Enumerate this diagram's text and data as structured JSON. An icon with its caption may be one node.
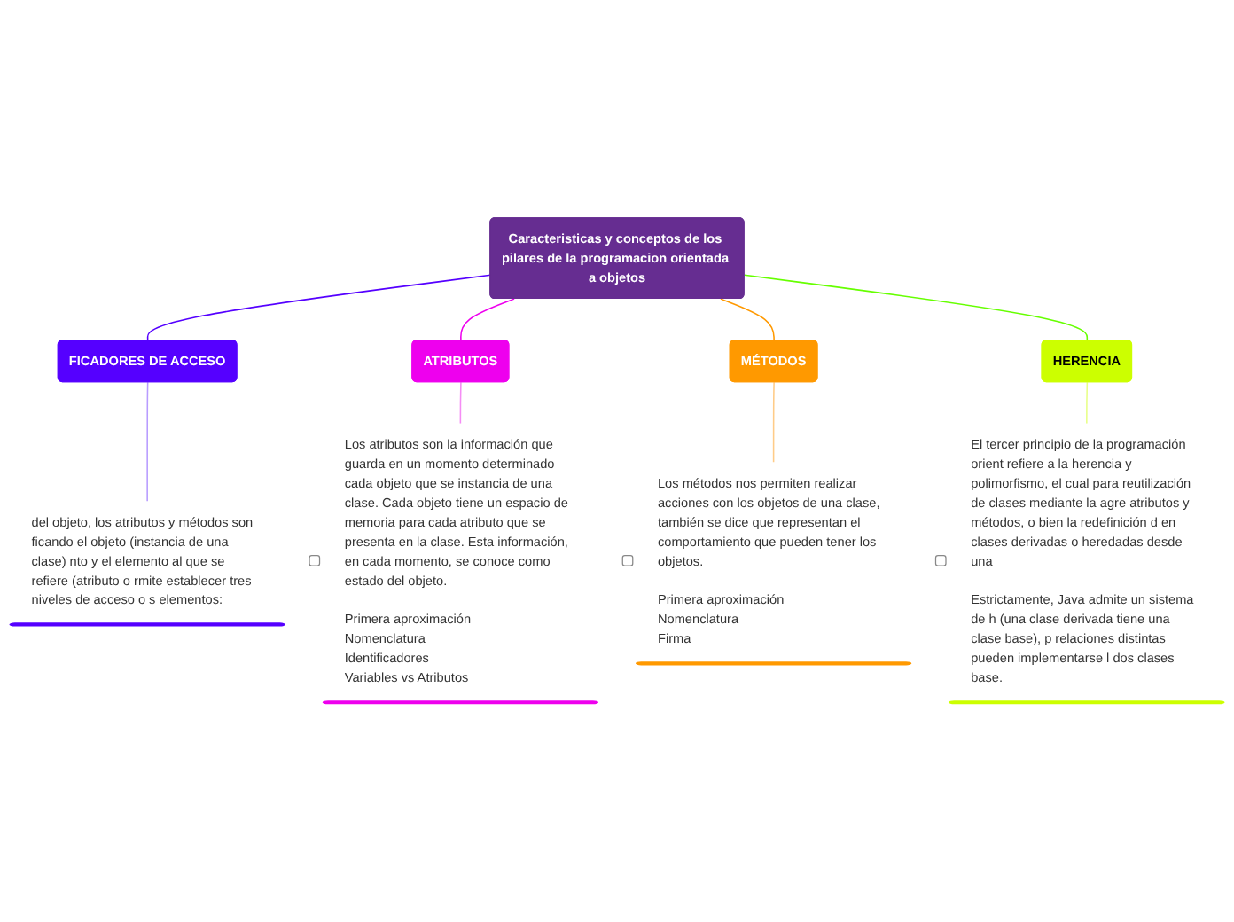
{
  "diagram": {
    "nodes": [
      {
        "text": [
          "Caracteristicas y conceptos de los pilares de la programacion orientada a objetos"
        ]
      },
      {
        "text": [
          "FICADORES DE ACCESO"
        ]
      },
      {
        "text": [
          "del objeto, los atributos y métodos son ficando el objeto (instancia de una clase) nto y el elemento al que se refiere (atributo o rmite establecer tres niveles de acceso o s elementos:"
        ]
      },
      {
        "text": [
          "ATRIBUTOS"
        ]
      },
      {
        "text": [
          "Los atributos son la información que guarda en un momento determinado cada objeto que se instancia de una clase. Cada objeto tiene un espacio de memoria para cada atributo que se presenta en la clase. Esta información, en cada momento, se conoce como estado del objeto.",
          "Primera aproximación",
          "Nomenclatura",
          "Identificadores",
          "Variables vs Atributos"
        ]
      },
      {
        "text": [
          "MÉTODOS"
        ]
      },
      {
        "text": [
          "Los métodos nos permiten realizar acciones con los objetos de una clase, también se dice que representan el comportamiento que pueden tener los objetos.",
          "Primera aproximación",
          "Nomenclatura",
          "Firma"
        ]
      },
      {
        "text": [
          "HERENCIA"
        ]
      },
      {
        "text": [
          "El tercer principio de la programación orient refiere a la herencia y polimorfismo, el cual para reutilización de clases mediante la agre atributos y métodos, o bien la redefinición d en clases derivadas o heredadas desde una",
          "Estrictamente, Java admite un sistema de h (una clase derivada tiene una clase base), p relaciones distintas pueden implementarse l dos clases base."
        ]
      }
    ],
    "edges": [
      {
        "from": 0,
        "to": 1,
        "arrow": "none",
        "color": "#5500ff"
      },
      {
        "from": 0,
        "to": 3,
        "arrow": "none",
        "color": "#ee00ee"
      },
      {
        "from": 0,
        "to": 5,
        "arrow": "none",
        "color": "#ff9900"
      },
      {
        "from": 0,
        "to": 7,
        "arrow": "none",
        "color": "#66ff00"
      },
      {
        "from": 1,
        "to": 2,
        "arrow": "none",
        "color": "#b89cff"
      },
      {
        "from": 3,
        "to": 4,
        "arrow": "none",
        "color": "#f58cf5"
      },
      {
        "from": 5,
        "to": 6,
        "arrow": "none",
        "color": "#ffcc88"
      },
      {
        "from": 7,
        "to": 8,
        "arrow": "none",
        "color": "#e8ff88"
      }
    ]
  }
}
